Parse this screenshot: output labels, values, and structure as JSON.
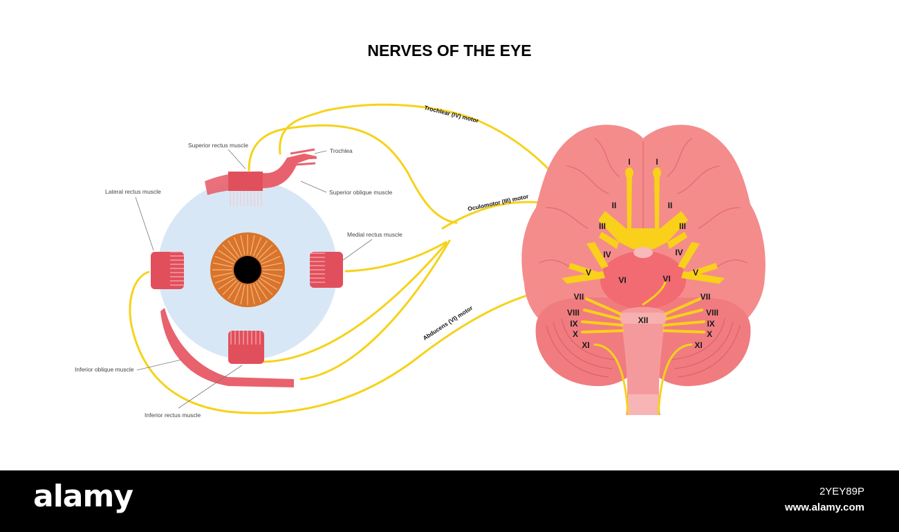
{
  "title": "NERVES OF THE EYE",
  "eye_labels": {
    "superior_rectus": "Superior rectus muscle",
    "trochlea": "Trochlea",
    "superior_oblique": "Superior  oblique muscle",
    "lateral_rectus": "Lateral rectus muscle",
    "medial_rectus": "Medial rectus muscle",
    "inferior_oblique": "Inferior oblique muscle",
    "inferior_rectus": "Inferior rectus muscle"
  },
  "nerve_labels": {
    "trochlear": "Trochlear (IV) motor",
    "oculomotor": "Oculomotor (III) motor",
    "abducens": "Abducens (VI) motor"
  },
  "cranial_nerves": {
    "I": "I",
    "II": "II",
    "III": "III",
    "IV": "IV",
    "V": "V",
    "VI": "VI",
    "VII": "VII",
    "VIII": "VIII",
    "IX": "IX",
    "X": "X",
    "XI": "XI",
    "XII": "XII"
  },
  "colors": {
    "nerve": "#f6d21a",
    "muscle": "#e8626e",
    "eyeball": "#d8e7f5",
    "iris": "#d9742a",
    "brain": "#f48c8c",
    "cerebellum": "#f07c80"
  },
  "footer": {
    "logo": "alamy",
    "image_code": "2YEY89P",
    "site": "www.alamy.com"
  }
}
